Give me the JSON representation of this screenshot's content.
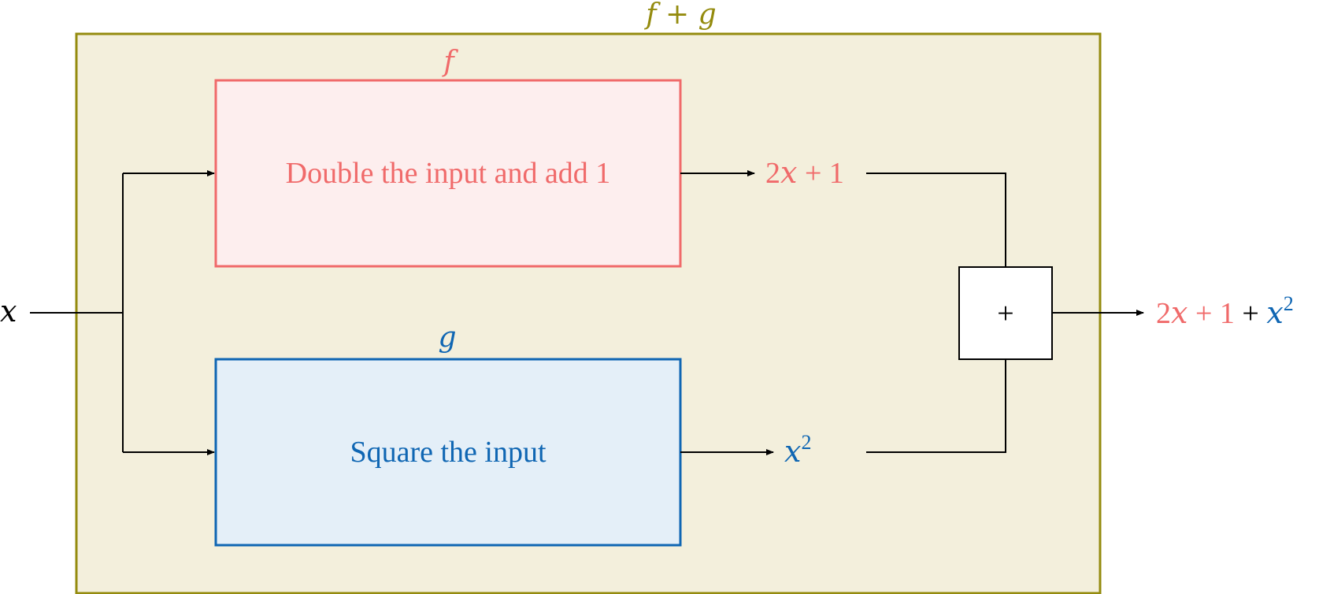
{
  "colors": {
    "outer_border": "#948b0e",
    "outer_fill": "#f3efdc",
    "f_color": "#f06a6a",
    "f_fill": "#fdeeee",
    "g_color": "#0f66b3",
    "g_fill": "#e4eff8",
    "line": "#000000",
    "plus_fill": "#ffffff"
  },
  "labels": {
    "outer": "f + g",
    "f_name": "f",
    "g_name": "g",
    "input": "x"
  },
  "blocks": {
    "f_text": "Double the input and add 1",
    "g_text": "Square the input"
  },
  "outputs": {
    "f_coef": "2",
    "f_var": "x",
    "f_rest": " + 1",
    "g_var": "x",
    "g_exp": "2"
  },
  "sum": {
    "symbol": "+"
  },
  "result": {
    "f_coef": "2",
    "f_var": "x",
    "f_rest": " + 1",
    "plus": " + ",
    "g_var": "x",
    "g_exp": "2"
  }
}
